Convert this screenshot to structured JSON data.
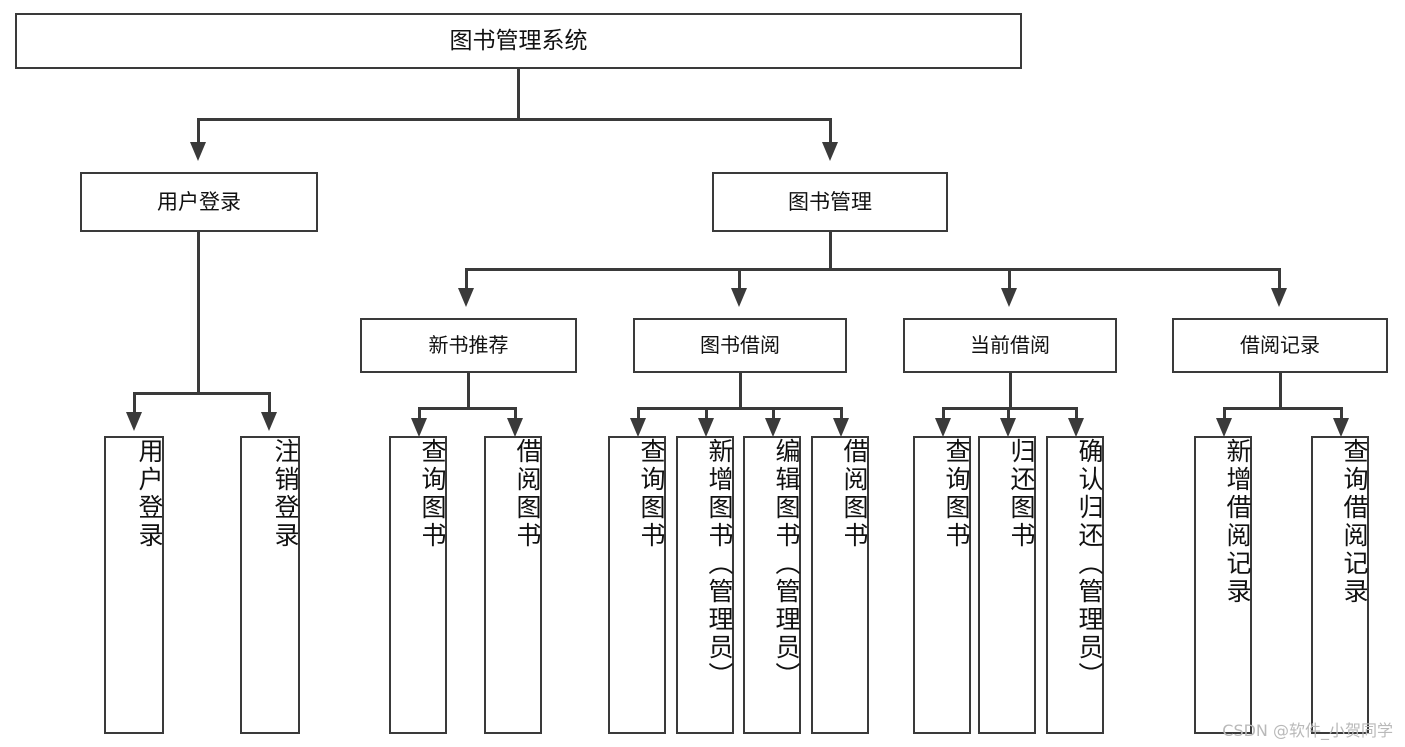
{
  "diagram": {
    "type": "tree",
    "title": "图书管理系统",
    "root": {
      "id": "root",
      "label": "图书管理系统"
    },
    "level1": [
      {
        "id": "user-login",
        "label": "用户登录"
      },
      {
        "id": "book-management",
        "label": "图书管理"
      }
    ],
    "level2": [
      {
        "id": "new-book-recommend",
        "label": "新书推荐",
        "parent": "book-management"
      },
      {
        "id": "book-borrow",
        "label": "图书借阅",
        "parent": "book-management"
      },
      {
        "id": "current-borrow",
        "label": "当前借阅",
        "parent": "book-management"
      },
      {
        "id": "borrow-record",
        "label": "借阅记录",
        "parent": "book-management"
      }
    ],
    "leaves": {
      "user_login": [
        {
          "id": "leaf-user-login",
          "label": "用户登录"
        },
        {
          "id": "leaf-logout-login",
          "label": "注销登录"
        }
      ],
      "new_book_recommend": [
        {
          "id": "leaf-query-book-1",
          "label": "查询图书"
        },
        {
          "id": "leaf-borrow-book-1",
          "label": "借阅图书"
        }
      ],
      "book_borrow": [
        {
          "id": "leaf-query-book-2",
          "label": "查询图书"
        },
        {
          "id": "leaf-add-book",
          "label": "新增图书（管理员）"
        },
        {
          "id": "leaf-edit-book",
          "label": "编辑图书（管理员）"
        },
        {
          "id": "leaf-borrow-book-2",
          "label": "借阅图书"
        }
      ],
      "current_borrow": [
        {
          "id": "leaf-query-book-3",
          "label": "查询图书"
        },
        {
          "id": "leaf-return-book",
          "label": "归还图书"
        },
        {
          "id": "leaf-confirm-return",
          "label": "确认归还（管理员）"
        }
      ],
      "borrow_record": [
        {
          "id": "leaf-add-record",
          "label": "新增借阅记录"
        },
        {
          "id": "leaf-query-record",
          "label": "查询借阅记录"
        }
      ]
    },
    "colors": {
      "stroke": "#3a3a3a",
      "fill": "#ffffff",
      "text": "#111111",
      "watermark": "#b9b9b9"
    }
  },
  "watermark": {
    "text": "CSDN @软件_小贺同学"
  }
}
